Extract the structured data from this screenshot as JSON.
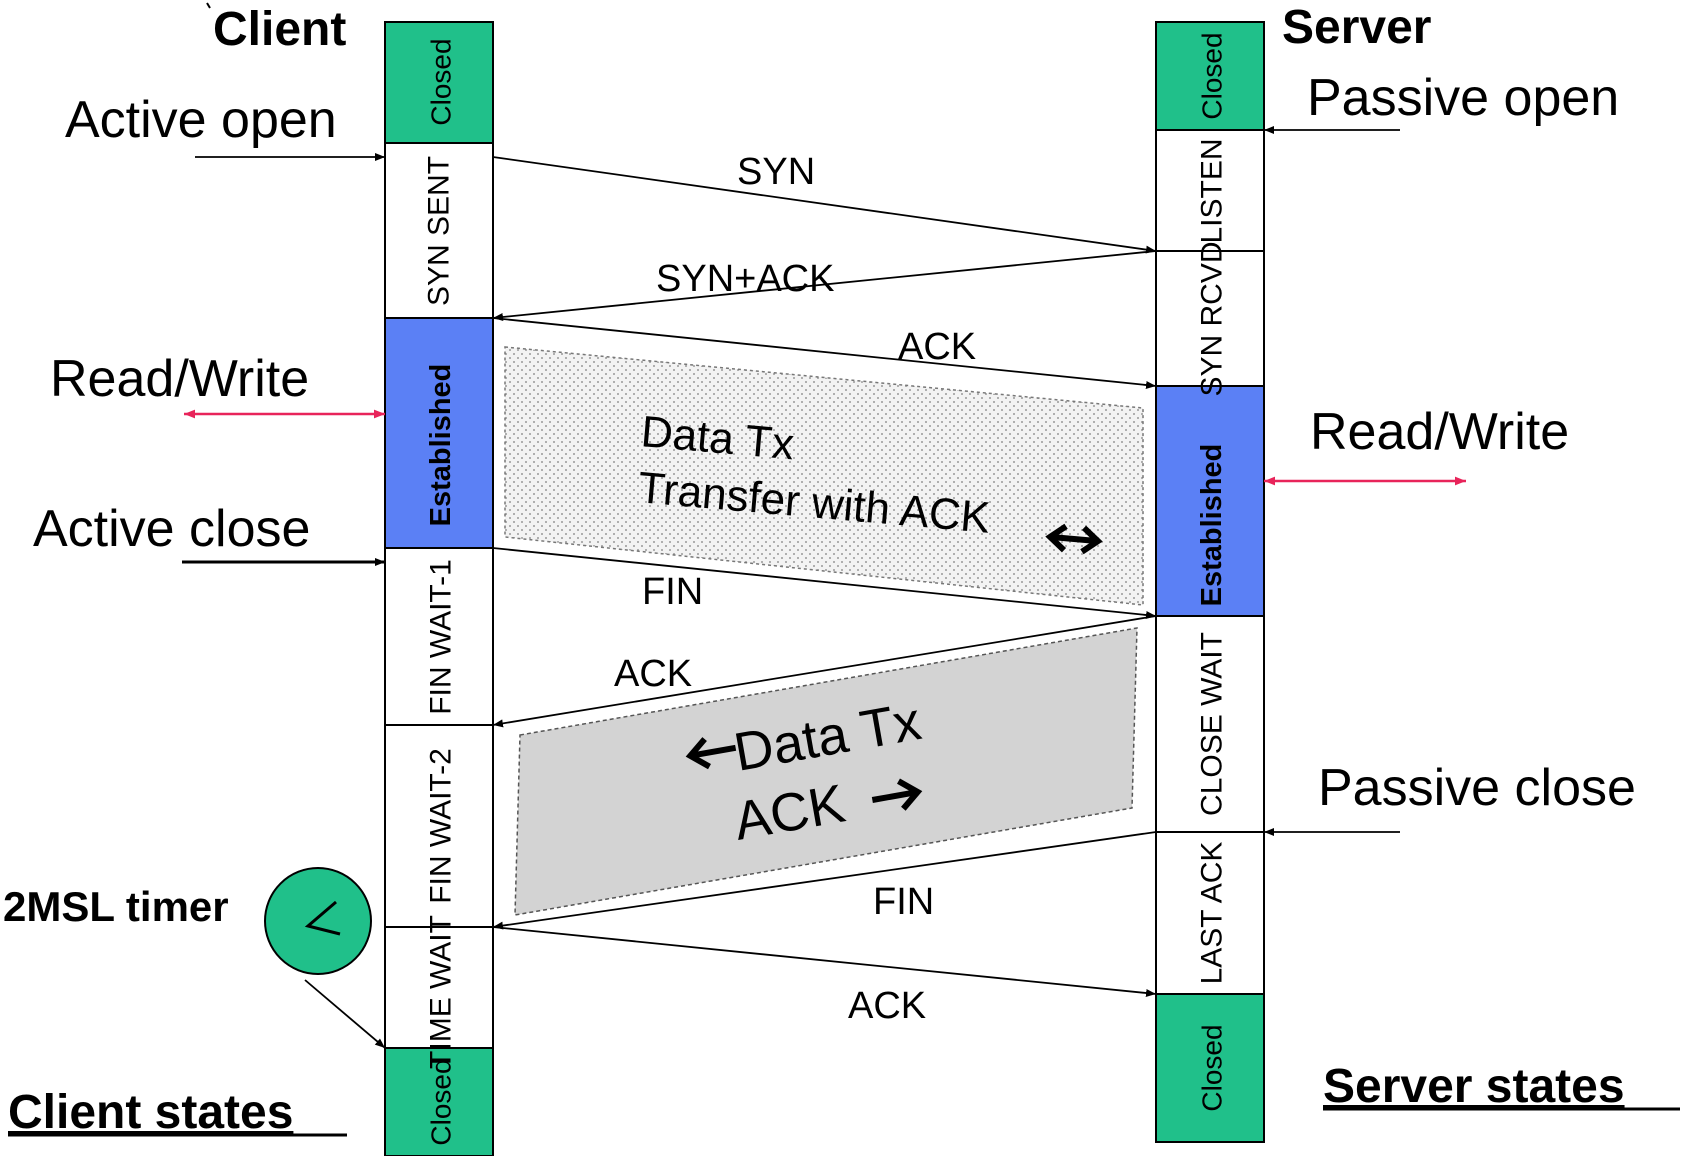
{
  "headers": {
    "client": "Client",
    "server": "Server",
    "client_states": "Client states",
    "server_states": "Server states"
  },
  "client_states": [
    {
      "label": "Closed",
      "color": "#20c08a"
    },
    {
      "label": "SYN SENT",
      "color": "#ffffff"
    },
    {
      "label": "Established",
      "color": "#5b80f5"
    },
    {
      "label": "FIN WAIT-1",
      "color": "#ffffff"
    },
    {
      "label": "FIN WAIT-2",
      "color": "#ffffff"
    },
    {
      "label": "TIME WAIT",
      "color": "#ffffff"
    },
    {
      "label": "Closed",
      "color": "#20c08a"
    }
  ],
  "server_states": [
    {
      "label": "Closed",
      "color": "#20c08a"
    },
    {
      "label": "LISTEN",
      "color": "#ffffff"
    },
    {
      "label": "SYN RCVD",
      "color": "#ffffff"
    },
    {
      "label": "Established",
      "color": "#5b80f5"
    },
    {
      "label": "CLOSE WAIT",
      "color": "#ffffff"
    },
    {
      "label": "LAST ACK",
      "color": "#ffffff"
    },
    {
      "label": "Closed",
      "color": "#20c08a"
    }
  ],
  "messages": [
    "SYN",
    "SYN+ACK",
    "ACK",
    "FIN",
    "ACK",
    "FIN",
    "ACK"
  ],
  "events": {
    "active_open": "Active open",
    "passive_open": "Passive open",
    "client_read_write": "Read/Write",
    "server_read_write": "Read/Write",
    "active_close": "Active close",
    "passive_close": "Passive close",
    "timer": "2MSL timer"
  },
  "data_regions": {
    "first_line1": "Data Tx",
    "first_line2": "Transfer with ACK",
    "second_line1": "Data Tx",
    "second_line2": "ACK"
  },
  "colors": {
    "closed": "#20c08a",
    "established": "#5b80f5",
    "read_write_arrow": "#e8245a",
    "shaded_region": "#d3d3d3"
  }
}
